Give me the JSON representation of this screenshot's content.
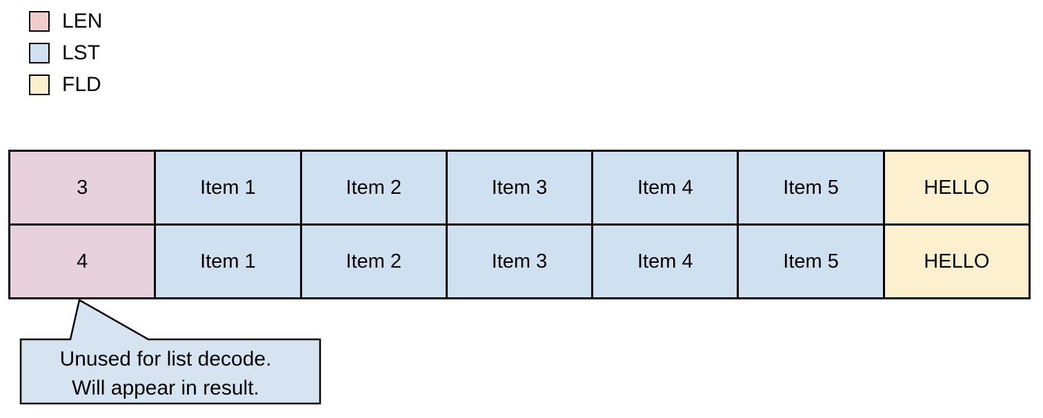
{
  "colors": {
    "background": "#FFFFFF",
    "border": "#000000",
    "text": "#000000",
    "len_cell": "#E6D1DD",
    "lst_cell": "#CFE0F1",
    "fld_cell": "#FCF0CF",
    "callout_fill": "#D6E4F2"
  },
  "legend": {
    "items": [
      {
        "label": "LEN",
        "color": "#F2CDCF"
      },
      {
        "label": "LST",
        "color": "#CFE0F1"
      },
      {
        "label": "FLD",
        "color": "#FCF0CF"
      }
    ]
  },
  "table": {
    "rows": [
      {
        "cells": [
          "3",
          "Item 1",
          "Item 2",
          "Item 3",
          "Item 4",
          "Item 5",
          "HELLO"
        ]
      },
      {
        "cells": [
          "4",
          "Item 1",
          "Item 2",
          "Item 3",
          "Item 4",
          "Item 5",
          "HELLO"
        ]
      }
    ]
  },
  "callout": {
    "line1": "Unused for list decode.",
    "line2": "Will appear in result."
  }
}
